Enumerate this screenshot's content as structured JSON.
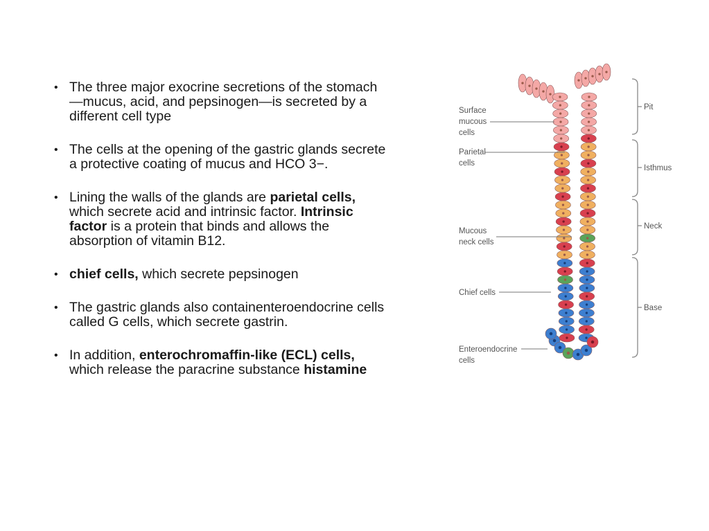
{
  "bullets": [
    {
      "parts": [
        {
          "text": "The three major exocrine secretions of the stomach—mucus, acid, and pepsinogen—is secreted by a different cell type",
          "bold": false
        }
      ]
    },
    {
      "parts": [
        {
          "text": "The cells at the opening of the gastric glands secrete a protective coating of mucus and HCO 3−.",
          "bold": false
        }
      ]
    },
    {
      "parts": [
        {
          "text": "Lining the walls of the glands are ",
          "bold": false
        },
        {
          "text": "parietal cells,",
          "bold": true
        },
        {
          "text": " which secrete acid and intrinsic factor. ",
          "bold": false
        },
        {
          "text": "Intrinsic factor",
          "bold": true
        },
        {
          "text": " is a protein that binds and allows the absorption of vitamin B12.",
          "bold": false
        }
      ]
    },
    {
      "parts": [
        {
          "text": " chief cells,",
          "bold": true
        },
        {
          "text": " which secrete pepsinogen",
          "bold": false
        }
      ]
    },
    {
      "parts": [
        {
          "text": "The gastric glands also containenteroendocrine cells called G cells, which secrete gastrin.",
          "bold": false
        }
      ]
    },
    {
      "parts": [
        {
          "text": "In addition, ",
          "bold": false
        },
        {
          "text": "enterochromaffin-like (ECL) cells,",
          "bold": true
        },
        {
          "text": " which release the paracrine substance ",
          "bold": false
        },
        {
          "text": "histamine",
          "bold": true
        }
      ]
    }
  ],
  "diagram": {
    "cell_labels": {
      "surface_mucous": [
        "Surface",
        "mucous",
        "cells"
      ],
      "parietal": [
        "Parietal",
        "cells"
      ],
      "mucous_neck": [
        "Mucous",
        "neck cells"
      ],
      "chief": [
        "Chief cells"
      ],
      "enteroendocrine": [
        "Enteroendocrine",
        "cells"
      ]
    },
    "regions": {
      "pit": "Pit",
      "isthmus": "Isthmus",
      "neck": "Neck",
      "base": "Base"
    },
    "colors": {
      "surface_mucous": "#f4a8a6",
      "parietal": "#d8404f",
      "mucous_neck": "#f0b060",
      "chief": "#3d7fd0",
      "enteroendocrine": "#5aa35a",
      "label_text": "#555555",
      "line": "#777777"
    }
  }
}
